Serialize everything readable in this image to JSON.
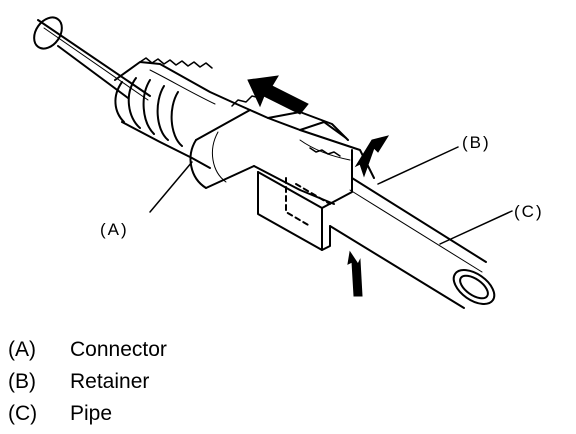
{
  "diagram": {
    "callouts": {
      "a": "(A)",
      "b": "(B)",
      "c": "(C)"
    }
  },
  "legend": [
    {
      "code": "(A)",
      "label": "Connector"
    },
    {
      "code": "(B)",
      "label": "Retainer"
    },
    {
      "code": "(C)",
      "label": "Pipe"
    }
  ]
}
